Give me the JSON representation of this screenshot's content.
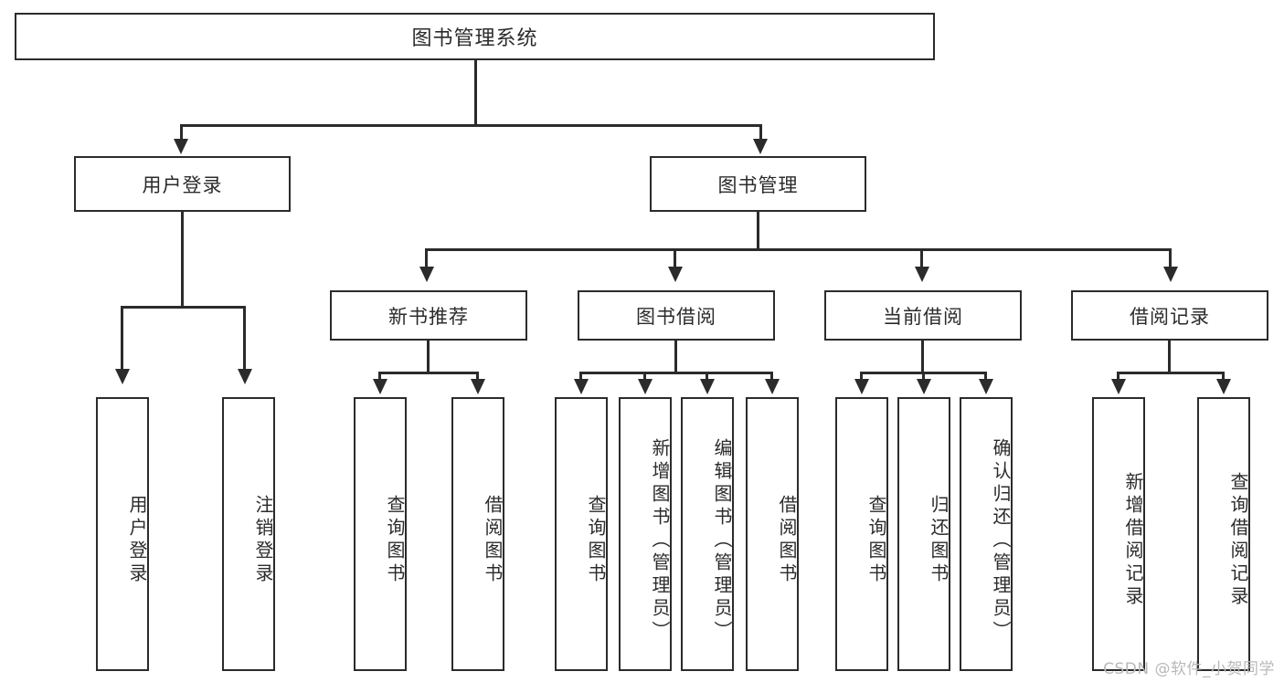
{
  "diagram": {
    "title": "图书管理系统",
    "type": "hierarchy-tree",
    "root": {
      "id": "root",
      "label": "图书管理系统"
    },
    "level2": [
      {
        "id": "user-login",
        "label": "用户登录"
      },
      {
        "id": "book-management",
        "label": "图书管理"
      }
    ],
    "level3": [
      {
        "id": "new-book-recommend",
        "label": "新书推荐",
        "parent": "book-management"
      },
      {
        "id": "book-borrow",
        "label": "图书借阅",
        "parent": "book-management"
      },
      {
        "id": "current-borrow",
        "label": "当前借阅",
        "parent": "book-management"
      },
      {
        "id": "borrow-record",
        "label": "借阅记录",
        "parent": "book-management"
      }
    ],
    "leaves": {
      "user_login": [
        {
          "id": "leaf-user-login",
          "label": "用户登录"
        },
        {
          "id": "leaf-logout-login",
          "label": "注销登录"
        }
      ],
      "new_book_recommend": [
        {
          "id": "leaf-query-book-1",
          "label": "查询图书"
        },
        {
          "id": "leaf-borrow-book-1",
          "label": "借阅图书"
        }
      ],
      "book_borrow": [
        {
          "id": "leaf-query-book-2",
          "label": "查询图书"
        },
        {
          "id": "leaf-add-book",
          "label": "新增图书（管理员）"
        },
        {
          "id": "leaf-edit-book",
          "label": "编辑图书（管理员）"
        },
        {
          "id": "leaf-borrow-book-2",
          "label": "借阅图书"
        }
      ],
      "current_borrow": [
        {
          "id": "leaf-query-book-3",
          "label": "查询图书"
        },
        {
          "id": "leaf-return-book",
          "label": "归还图书"
        },
        {
          "id": "leaf-confirm-return",
          "label": "确认归还（管理员）"
        }
      ],
      "borrow_record": [
        {
          "id": "leaf-add-record",
          "label": "新增借阅记录"
        },
        {
          "id": "leaf-query-record",
          "label": "查询借阅记录"
        }
      ]
    }
  },
  "watermark": {
    "text": "CSDN @软件_小贺同学"
  },
  "colors": {
    "stroke": "#2b2b2b",
    "fill": "#ffffff",
    "watermark": "#b9b9b9"
  }
}
